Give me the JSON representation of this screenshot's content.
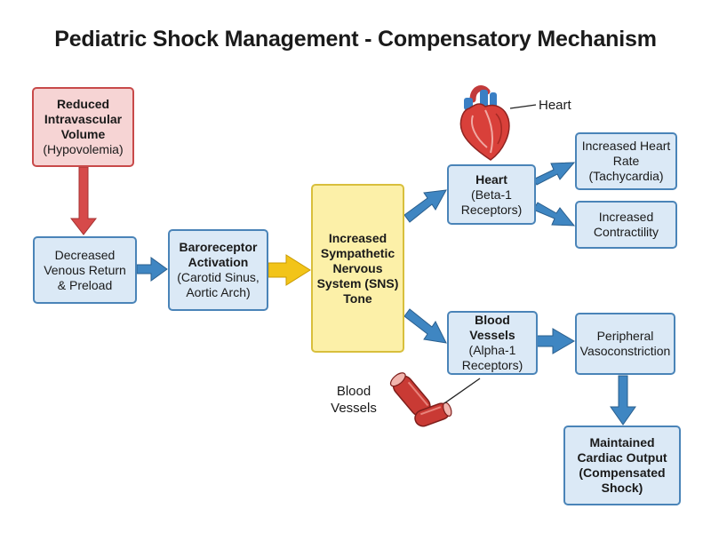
{
  "title": "Pediatric Shock Management - Compensatory Mechanism",
  "nodes": {
    "reduced": {
      "bold": "Reduced Intravascular Volume",
      "normal": "(Hypovolemia)"
    },
    "decreased": {
      "bold": "",
      "normal": "Decreased Venous Return & Preload"
    },
    "baroreceptor": {
      "bold": "Baroreceptor Activation",
      "normal": "(Carotid Sinus, Aortic Arch)"
    },
    "sns": {
      "bold": "Increased Sympathetic Nervous System (SNS) Tone",
      "normal": ""
    },
    "heart": {
      "bold": "Heart",
      "normal": "(Beta-1 Receptors)"
    },
    "vessels": {
      "bold": "Blood Vessels",
      "normal": "(Alpha-1 Receptors)"
    },
    "hr": {
      "bold": "",
      "normal": "Increased Heart Rate (Tachycardia)"
    },
    "contract": {
      "bold": "",
      "normal": "Increased Contractility"
    },
    "vaso": {
      "bold": "",
      "normal": "Peripheral Vasoconstriction"
    },
    "output": {
      "bold": "Maintained Cardiac Output (Compensated Shock)",
      "normal": ""
    }
  },
  "labels": {
    "heart": "Heart",
    "vessels": "Blood Vessels"
  },
  "colors": {
    "arrow_blue": "#3f86c2",
    "arrow_red": "#d64a4a",
    "arrow_yellow": "#f2c419",
    "box_blue_fill": "#dbe9f6",
    "box_red_fill": "#f6d4d4",
    "box_yellow_fill": "#fcf0a8"
  },
  "icons": {
    "heart": "heart-illustration",
    "vessels": "blood-vessel-illustration"
  }
}
